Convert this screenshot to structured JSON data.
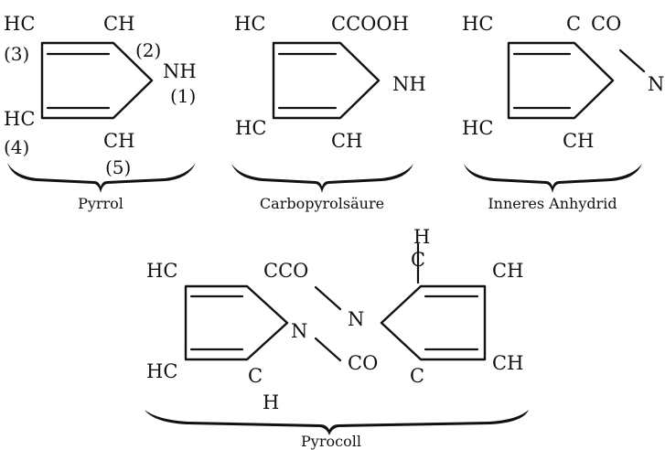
{
  "pyrrol": {
    "caption": "Pyrrol",
    "hc_top": "HC",
    "ch_top": "CH",
    "nh": "NH",
    "hc_bottom": "HC",
    "ch_bottom": "CH",
    "num_3": "(3)",
    "num_2": "(2)",
    "num_1": "(1)",
    "num_4": "(4)",
    "num_5": "(5)"
  },
  "carbopyrrol": {
    "caption": "Carbopyrolsäure",
    "hc_top": "HC",
    "ccooh": "CCOOH",
    "nh": "NH",
    "hc_bottom": "HC",
    "ch_bottom": "CH"
  },
  "anhydrid": {
    "caption": "Inneres Anhydrid",
    "hc_top": "HC",
    "c": "C",
    "co": "CO",
    "n": "N",
    "hc_bottom": "HC",
    "ch_bottom": "CH"
  },
  "pyrocoll": {
    "caption": "Pyrocoll",
    "hc_top_left": "HC",
    "cco": "CCO",
    "n_ring": "N",
    "n_center": "N",
    "co_bottom": "CO",
    "hc_bottom_left": "HC",
    "c_bottom_left": "C",
    "h_bottom": "H",
    "h_top": "H",
    "c_top": "C",
    "ch_top_right": "CH",
    "c_bottom_right": "C",
    "ch_bottom_right": "CH"
  }
}
